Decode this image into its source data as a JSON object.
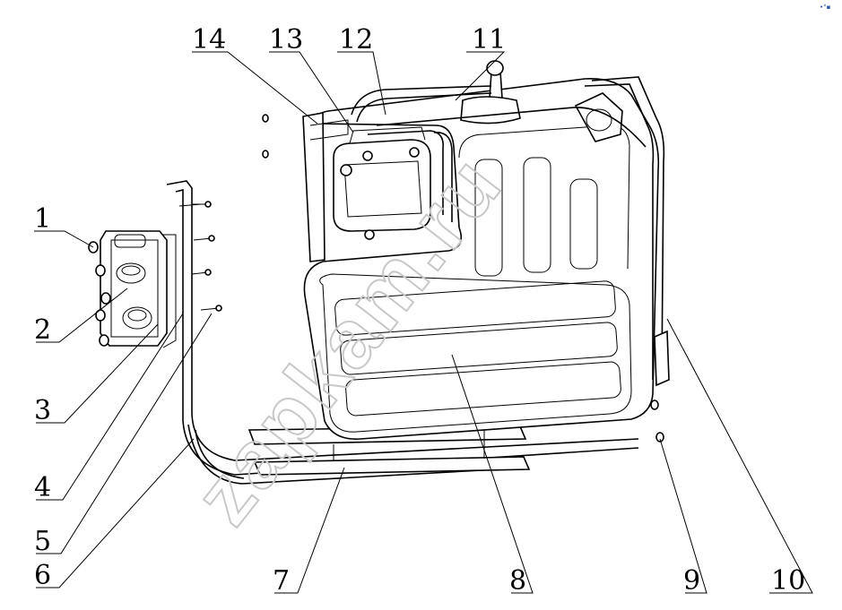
{
  "watermark": "zapkam.ru",
  "corner_mark": "•°▪",
  "callouts": [
    {
      "id": "1",
      "label": "1"
    },
    {
      "id": "2",
      "label": "2"
    },
    {
      "id": "3",
      "label": "3"
    },
    {
      "id": "4",
      "label": "4"
    },
    {
      "id": "5",
      "label": "5"
    },
    {
      "id": "6",
      "label": "6"
    },
    {
      "id": "7",
      "label": "7"
    },
    {
      "id": "8",
      "label": "8"
    },
    {
      "id": "9",
      "label": "9"
    },
    {
      "id": "10",
      "label": "10"
    },
    {
      "id": "11",
      "label": "11"
    },
    {
      "id": "12",
      "label": "12"
    },
    {
      "id": "13",
      "label": "13"
    },
    {
      "id": "14",
      "label": "14"
    }
  ]
}
